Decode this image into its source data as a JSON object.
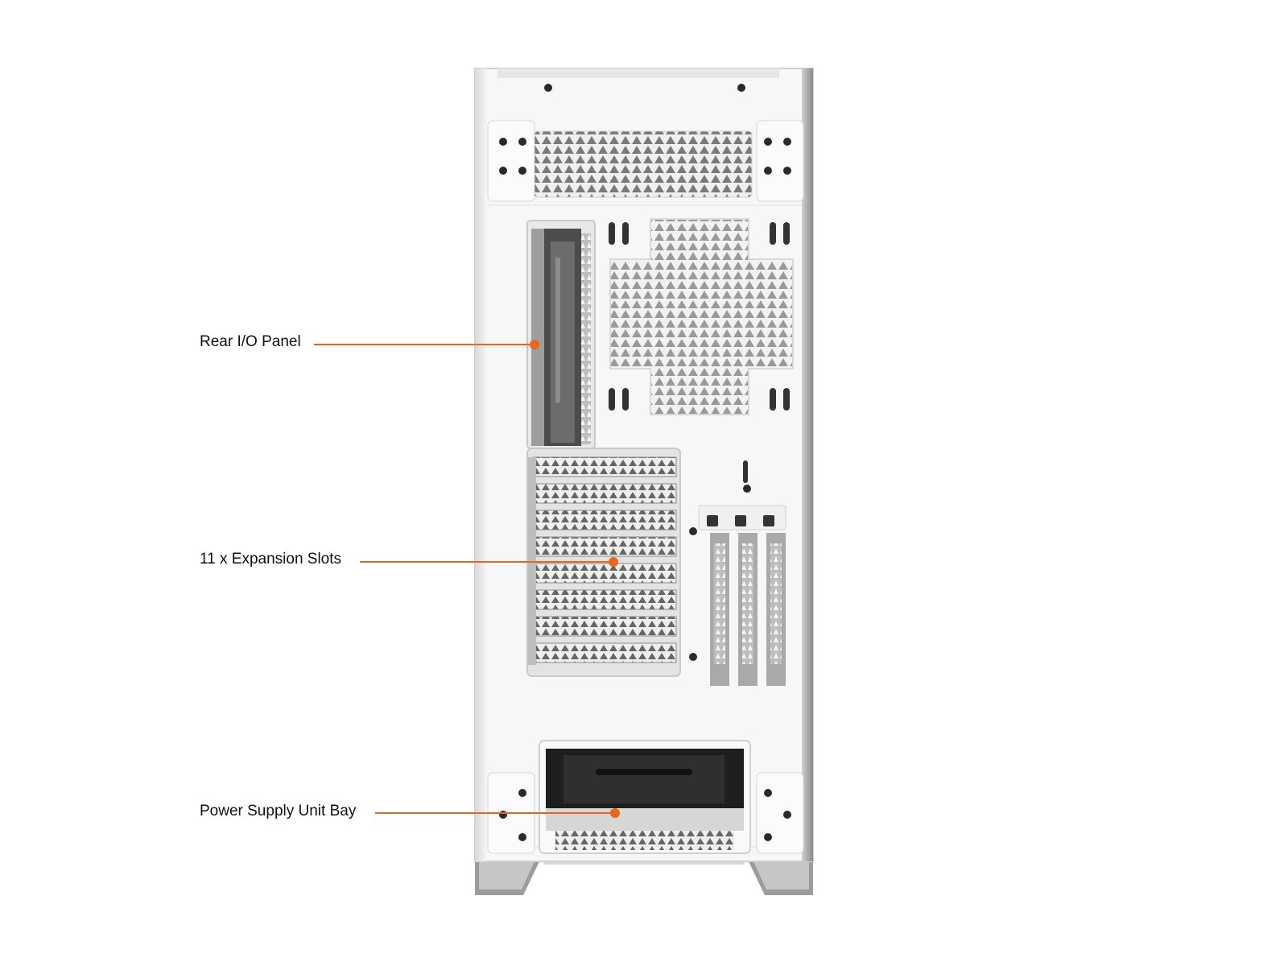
{
  "callouts": [
    {
      "label": "Rear I/O Panel"
    },
    {
      "label": "11 x Expansion Slots"
    },
    {
      "label": "Power Supply Unit Bay"
    }
  ],
  "colors": {
    "callout_line": "#E8661E",
    "case_body": "#F6F6F6",
    "case_edge": "#CFCFCF",
    "screw": "#2A2A2A"
  }
}
